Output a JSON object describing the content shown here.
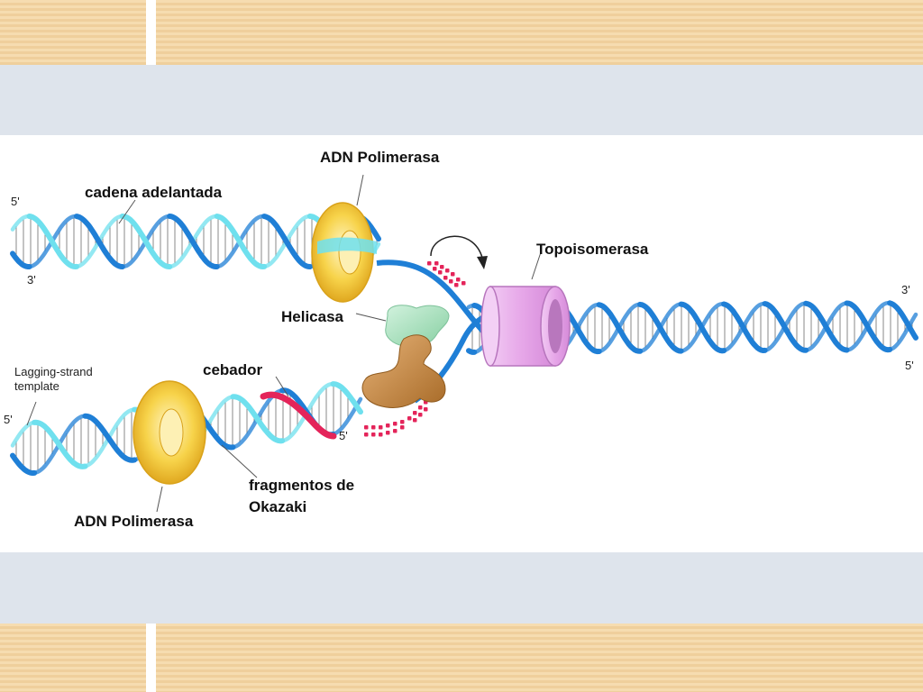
{
  "labels": {
    "polymerase_top": "ADN Polimerasa",
    "leading_strand": "cadena adelantada",
    "topoisomerase": "Topoisomerasa",
    "helicase": "Helicasa",
    "primer": "cebador",
    "lagging_template_line1": "Lagging-strand",
    "lagging_template_line2": "template",
    "okazaki_line1": "fragmentos de",
    "okazaki_line2": "Okazaki",
    "polymerase_bottom": "ADN Polimerasa"
  },
  "ends": {
    "top_left_5": "5'",
    "top_left_3": "3'",
    "right_3": "3'",
    "right_5": "5'",
    "bottom_left_5": "5'",
    "primer_5": "5'"
  },
  "colors": {
    "strand_blue": "#1f7fd6",
    "strand_cyan": "#6fe0ee",
    "primer_red": "#e4245a",
    "polymerase_yellow": "#f5c93a",
    "helicase_green": "#a6dfbc",
    "primase_brown": "#c98a3c",
    "topoisomerase_pink": "#e6a6e8"
  }
}
